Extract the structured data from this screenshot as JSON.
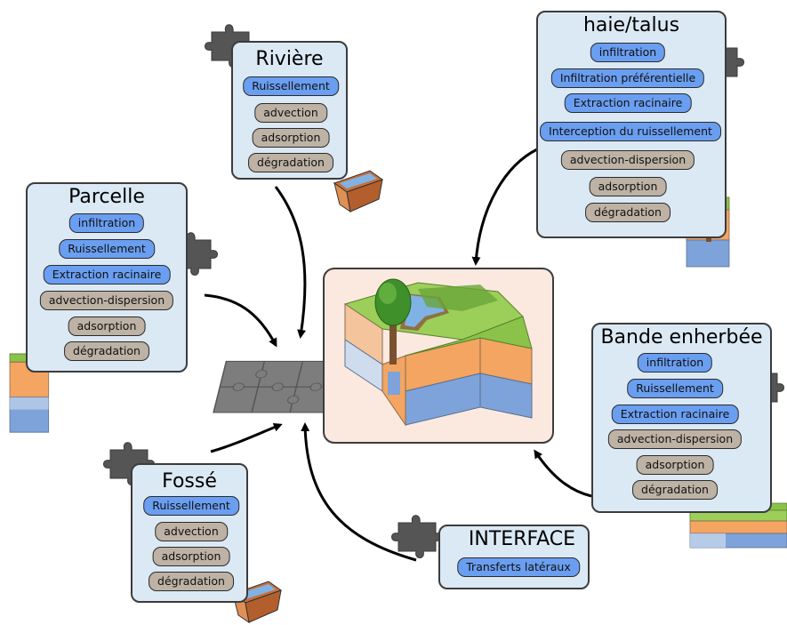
{
  "colors": {
    "module_bg": "#dbe9f5",
    "process_water": "#6a9ef0",
    "process_solute": "#bdb2a4",
    "puzzle": "#555555",
    "soil_top": "#f4a561",
    "soil_bottom": "#7ea3da",
    "grass": "#8bc34a",
    "center_bg": "#fbe9df"
  },
  "modules": {
    "riviere": {
      "title": "Rivière",
      "processes": [
        "Ruissellement",
        "advection",
        "adsorption",
        "dégradation"
      ]
    },
    "haie": {
      "title": "haie/talus",
      "processes": [
        "infiltration",
        "Infiltration préférentielle",
        "Extraction racinaire",
        "Interception du ruissellement",
        "advection-dispersion",
        "adsorption",
        "dégradation"
      ]
    },
    "parcelle": {
      "title": "Parcelle",
      "processes": [
        "infiltration",
        "Ruissellement",
        "Extraction racinaire",
        "advection-dispersion",
        "adsorption",
        "dégradation"
      ]
    },
    "bande": {
      "title": "Bande enherbée",
      "processes": [
        "infiltration",
        "Ruissellement",
        "Extraction racinaire",
        "advection-dispersion",
        "adsorption",
        "dégradation"
      ]
    },
    "fosse": {
      "title": "Fossé",
      "processes": [
        "Ruissellement",
        "advection",
        "adsorption",
        "dégradation"
      ]
    },
    "interface": {
      "title": "INTERFACE",
      "processes": [
        "Transferts latéraux"
      ]
    }
  },
  "icons": {
    "puzzle": "puzzle-piece-icon",
    "assembled": "assembled-puzzle-icon",
    "channel": "channel-block-icon",
    "soil": "soil-column-icon",
    "landscape": "landscape-block-icon"
  }
}
